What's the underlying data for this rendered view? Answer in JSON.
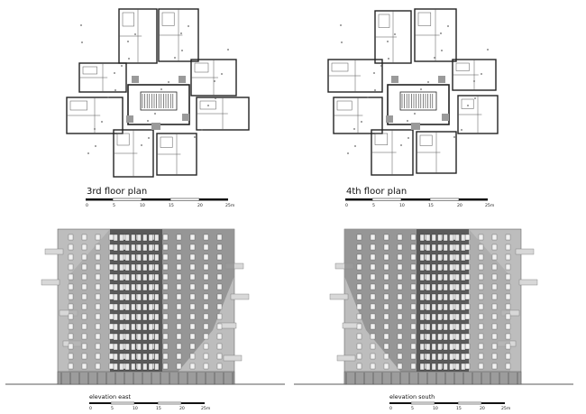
{
  "panels": [
    {
      "id": "plan3",
      "caption": "3rd floor plan",
      "scale_labels": [
        "0",
        "5",
        "10",
        "15",
        "20",
        "25m"
      ]
    },
    {
      "id": "plan4",
      "caption": "4th floor plan",
      "scale_labels": [
        "0",
        "5",
        "10",
        "15",
        "20",
        "25m"
      ]
    },
    {
      "id": "elevE",
      "caption": "elevation east",
      "scale_labels": [
        "0",
        "5",
        "10",
        "15",
        "20",
        "25m"
      ]
    },
    {
      "id": "elevS",
      "caption": "elevation south",
      "scale_labels": [
        "0",
        "5",
        "10",
        "15",
        "20",
        "25m"
      ]
    }
  ],
  "colors": {
    "line": "#1a1a1a",
    "wall": "#222222",
    "facade_light": "#bdbdbd",
    "facade_mid": "#8f8f8f",
    "facade_dark": "#5a5a5a",
    "window": "#f2f2f2"
  }
}
